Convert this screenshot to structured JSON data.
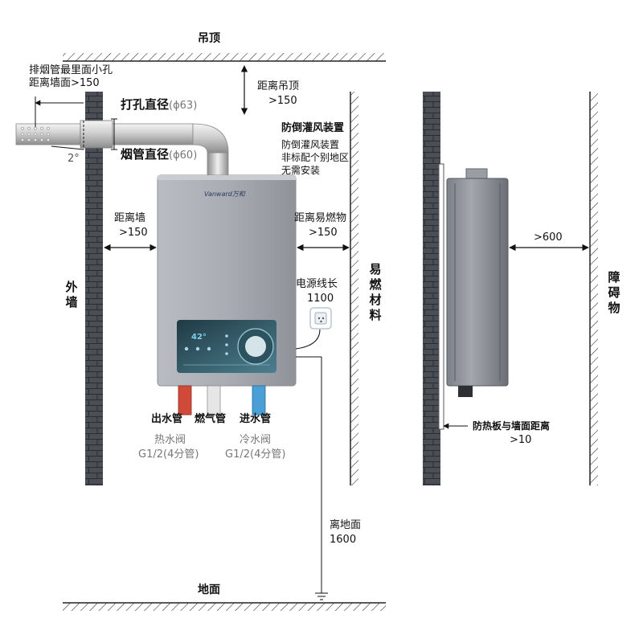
{
  "ceiling": {
    "label": "吊顶"
  },
  "floor": {
    "label": "地面"
  },
  "outer_wall": {
    "label": "外墙"
  },
  "flammable": {
    "label": "易燃材料"
  },
  "obstacle": {
    "label": "障碍物"
  },
  "flue_inner_hole": {
    "line1": "排烟管最里面小孔",
    "line2": "距离墙面>150"
  },
  "ceiling_clearance": {
    "line1": "距离吊顶",
    "line2": ">150"
  },
  "drill_diameter": {
    "label": "打孔直径",
    "value": "(ϕ63)"
  },
  "flue_diameter": {
    "label": "烟管直径",
    "value": "(ϕ60)"
  },
  "tilt_angle": {
    "label": "2°"
  },
  "anti_backdraft": {
    "title": "防倒灌风装置",
    "line1": "防倒灌风装置",
    "line2": "非标配个别地区",
    "line3": "无需安装"
  },
  "wall_clearance": {
    "line1": "距离墙",
    "line2": ">150"
  },
  "flammable_clearance": {
    "line1": "距离易燃物",
    "line2": ">150"
  },
  "power_cord": {
    "line1": "电源线长",
    "line2": "1100"
  },
  "heater": {
    "brand": "Vanward万和",
    "display": "42°"
  },
  "pipes": {
    "outlet": {
      "title": "出水管",
      "sub1": "热水阀",
      "sub2": "G1/2(4分管)"
    },
    "gas": {
      "title": "燃气管"
    },
    "inlet": {
      "title": "进水管",
      "sub1": "冷水阀",
      "sub2": "G1/2(4分管)"
    }
  },
  "floor_clearance": {
    "line1": "离地面",
    "line2": "1600"
  },
  "front_clearance": {
    "label": ">600"
  },
  "heat_shield": {
    "line1": "防热板与墙面距离",
    "line2": ">10"
  }
}
